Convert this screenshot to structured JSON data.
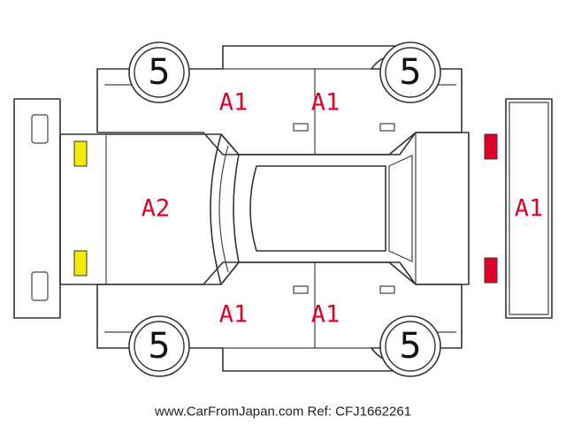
{
  "wheels": {
    "front_left": "5",
    "front_right": "5",
    "rear_left": "5",
    "rear_right": "5"
  },
  "damage_labels": {
    "top_left_door": "A1",
    "top_right_door": "A1",
    "bottom_left_door": "A1",
    "bottom_right_door": "A1",
    "front_hood": "A2",
    "rear_gate": "A1"
  },
  "markers": {
    "front_color": "#f2ea00",
    "rear_color": "#e0002a"
  },
  "footer": {
    "text": "www.CarFromJapan.com Ref: CFJ1662261"
  }
}
